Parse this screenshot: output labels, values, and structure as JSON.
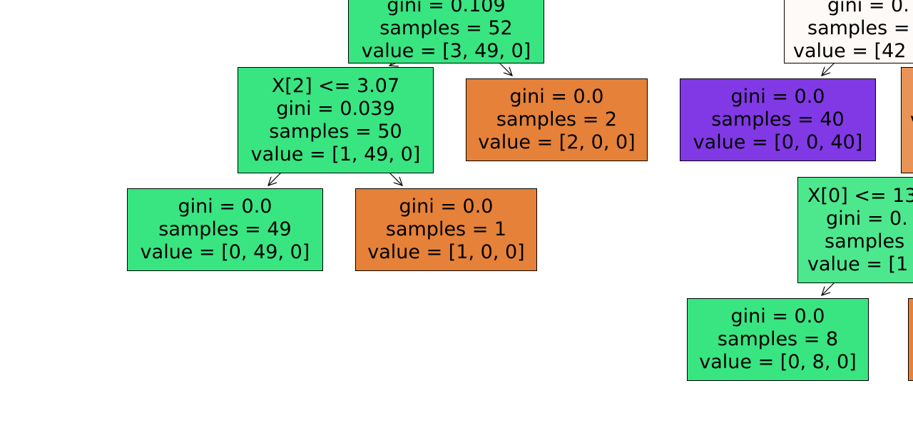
{
  "diagram": {
    "colors": {
      "green": "#39e581",
      "green_light": "#4de88e",
      "orange": "#e58139",
      "orange_light": "#e99456",
      "purple": "#8139e5",
      "white": "#fefaf7",
      "edge": "#000000"
    },
    "nodes": [
      {
        "id": "n-top-mid",
        "lines": [
          "gini = 0.109",
          "samples = 52",
          "value = [3, 49, 0]"
        ],
        "color": "green"
      },
      {
        "id": "n-top-right",
        "lines": [
          "gini = 0.",
          "samples =",
          "value = [42"
        ],
        "color": "white"
      },
      {
        "id": "n-split-x2",
        "lines": [
          "X[2] <= 3.07",
          "gini = 0.039",
          "samples = 50",
          "value = [1, 49, 0]"
        ],
        "color": "green"
      },
      {
        "id": "n-leaf-2",
        "lines": [
          "gini = 0.0",
          "samples = 2",
          "value = [2, 0, 0]"
        ],
        "color": "orange"
      },
      {
        "id": "n-leaf-40",
        "lines": [
          "gini = 0.0",
          "samples = 40",
          "value = [0, 0, 40]"
        ],
        "color": "purple"
      },
      {
        "id": "n-edge-right",
        "lines": [
          "",
          "",
          "v"
        ],
        "color": "orange_light"
      },
      {
        "id": "n-leaf-49",
        "lines": [
          "gini = 0.0",
          "samples = 49",
          "value = [0, 49, 0]"
        ],
        "color": "green"
      },
      {
        "id": "n-leaf-1",
        "lines": [
          "gini = 0.0",
          "samples = 1",
          "value = [1, 0, 0]"
        ],
        "color": "orange"
      },
      {
        "id": "n-split-x0",
        "lines": [
          "X[0] <= 13",
          "gini = 0.",
          "samples",
          "value = [1"
        ],
        "color": "green_light"
      },
      {
        "id": "n-leaf-8",
        "lines": [
          "gini = 0.0",
          "samples = 8",
          "value = [0, 8, 0]"
        ],
        "color": "green"
      },
      {
        "id": "n-edge-bottom-right",
        "lines": [],
        "color": "orange"
      }
    ]
  }
}
